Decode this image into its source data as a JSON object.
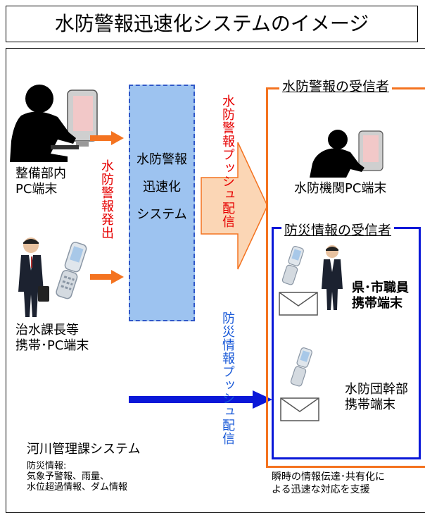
{
  "title": "水防警報迅速化システムのイメージ",
  "senders": {
    "pc": "整備部内\nPC端末",
    "mobile": "治水課長等\n携帯･PC端末"
  },
  "flows": {
    "issue_vertical": "水防警報発出",
    "push_warning_vertical": "水防警報プッシュ配信",
    "push_disaster_vertical": "防災情報プッシュ配信"
  },
  "system_box": {
    "line1": "水防警報",
    "line2": "迅速化",
    "line3": "システム"
  },
  "receivers": {
    "warning_header": "水防警報の受信者",
    "warning_pc": "水防機関PC端末",
    "disaster_header": "防災情報の受信者",
    "staff": "県･市職員\n携帯端末",
    "executive": "水防団幹部\n携帯端末"
  },
  "bottom": {
    "river_system": "河川管理課システム",
    "disaster_info_title": "防災情報:",
    "disaster_info_line1": "気象予警報、雨量、",
    "disaster_info_line2": "水位超過情報、ダム情報",
    "note": "瞬時の情報伝達･共有化に\nよる迅速な対応を支援"
  },
  "colors": {
    "orange": "#f47320",
    "blue": "#0a18d8",
    "red_text": "#e60000",
    "blue_text": "#1a5ad8",
    "system_fill": "#9dc3f0",
    "push_arrow_fill": "#fbd6b5"
  }
}
